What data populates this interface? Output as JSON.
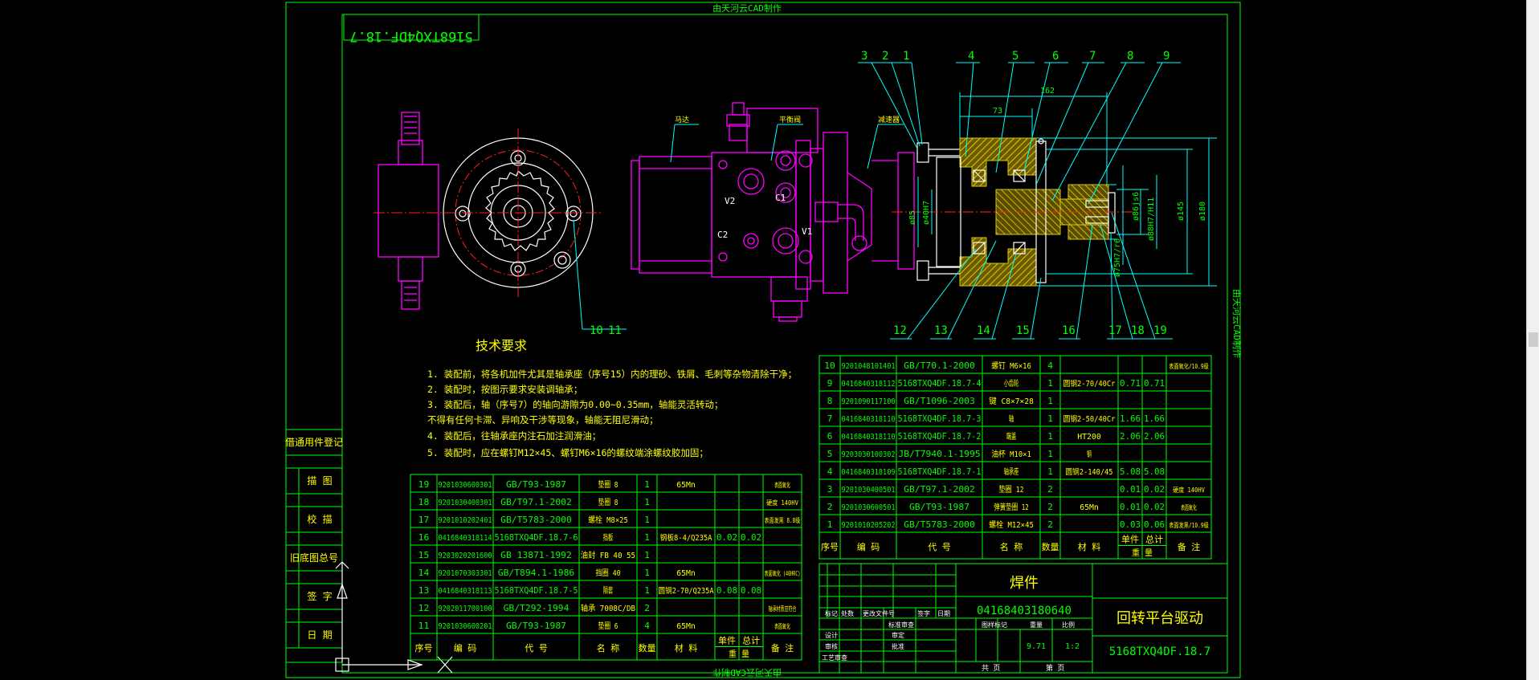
{
  "title_top": "由天河云CAD制作",
  "title_bottom": "由天河云CAD制作",
  "title_side": "由天河云CAD制作",
  "drawing_code_corner": "5168TXQ4DF.18.7",
  "dims": {
    "d162": "162",
    "d73": "73",
    "phi180": "ø180",
    "phi145": "ø145",
    "phi88": "ø88H7/H11",
    "phi75": "ø75H7/r6",
    "phi86": "ø86js6",
    "phi85": "ø85",
    "phi40": "ø40H7"
  },
  "labels": {
    "motor": "马达",
    "valve": "平衡阀",
    "reducer": "减速器",
    "v1": "V1",
    "v2": "V2",
    "c1": "C1",
    "c2": "C2"
  },
  "callouts_top": [
    "3",
    "2",
    "1",
    "4",
    "5",
    "6",
    "7",
    "8",
    "9"
  ],
  "callouts_bottom": [
    "12",
    "13",
    "14",
    "15",
    "16",
    "17",
    "18",
    "19"
  ],
  "callouts_left": [
    "10",
    "11"
  ],
  "tech_req": {
    "heading": "技术要求",
    "lines": [
      "1. 装配前，将各机加件尤其是轴承座（序号15）内的理砂、铁屑、毛刺等杂物清除干净；",
      "2. 装配时，按图示要求安装调轴承；",
      "3. 装配后，轴（序号7）的轴向游隙为0.00~0.35mm，轴能灵活转动；",
      "   不得有任何卡滞、异响及干涉等现象，轴能无阻尼滑动；",
      "4. 装配后，往轴承座内注石加注润滑油；",
      "5. 装配时，应在螺钉M12×45、螺钉M6×16的螺纹端涂螺纹胶加固；"
    ]
  },
  "left_column": [
    "借通用件登记",
    "描  图",
    "校  描",
    "旧底图总号",
    "签  字",
    "日  期"
  ],
  "bom_right": {
    "rows": [
      [
        "10",
        "9201048101401",
        "GB/T70.1-2000",
        "螺钉 M6×16",
        "4",
        "",
        "",
        "",
        "表面氧化/10.9级"
      ],
      [
        "9",
        "0416840318112",
        "5168TXQ4DF.18.7-4",
        "小齿轮",
        "1",
        "圆钢2-70/40Cr",
        "0.71",
        "0.71",
        ""
      ],
      [
        "8",
        "9201090117100",
        "GB/T1096-2003",
        "键 C8×7×28",
        "1",
        "",
        "",
        "",
        ""
      ],
      [
        "7",
        "0416840318110",
        "5168TXQ4DF.18.7-3",
        "轴",
        "1",
        "圆钢2-50/40Cr",
        "1.66",
        "1.66",
        ""
      ],
      [
        "6",
        "0416840318110",
        "5168TXQ4DF.18.7-2",
        "端盖",
        "1",
        "HT200",
        "2.06",
        "2.06",
        ""
      ],
      [
        "5",
        "9203030100302",
        "JB/T7940.1-1995",
        "油杯 M10×1",
        "1",
        "钢",
        "",
        "",
        ""
      ],
      [
        "4",
        "0416840318109",
        "5168TXQ4DF.18.7-1",
        "轴承座",
        "1",
        "圆钢2-140/45",
        "5.08",
        "5.08",
        ""
      ],
      [
        "3",
        "9201030400501",
        "GB/T97.1-2002",
        "垫圈 12",
        "2",
        "",
        "0.01",
        "0.02",
        "硬度 140HV"
      ],
      [
        "2",
        "9201030600501",
        "GB/T93-1987",
        "弹簧垫圈 12",
        "2",
        "65Mn",
        "0.01",
        "0.02",
        "表面氧化"
      ],
      [
        "1",
        "9201010205202",
        "GB/T5783-2000",
        "螺栓 M12×45",
        "2",
        "",
        "0.03",
        "0.06",
        "表面发黑/10.9级"
      ]
    ],
    "header": [
      "序号",
      "编   码",
      "代   号",
      "名   称",
      "数量",
      "材   料",
      "单件",
      "总计",
      "备   注"
    ],
    "header_sub": "重   量"
  },
  "bom_left": {
    "rows": [
      [
        "19",
        "9201030600301",
        "GB/T93-1987",
        "垫圈 8",
        "1",
        "65Mn",
        "",
        "",
        "表面氧化"
      ],
      [
        "18",
        "9201030400301",
        "GB/T97.1-2002",
        "垫圈 8",
        "1",
        "",
        "",
        "",
        "硬度 140HV"
      ],
      [
        "17",
        "9201010202401",
        "GB/T5783-2000",
        "螺栓 M8×25",
        "1",
        "",
        "",
        "",
        "表面发黑 8.8级"
      ],
      [
        "16",
        "0416840318114",
        "5168TXQ4DF.18.7-6",
        "挡板",
        "1",
        "钢板8-4/Q235A",
        "0.02",
        "0.02",
        ""
      ],
      [
        "15",
        "9203020201600",
        "GB 13871-1992",
        "油封 FB 40 55",
        "1",
        "",
        "",
        "",
        ""
      ],
      [
        "14",
        "9201070303301",
        "GB/T894.1-1986",
        "挡圈 40",
        "1",
        "65Mn",
        "",
        "",
        "表面氧化 (40HRC)"
      ],
      [
        "13",
        "0416840318113",
        "5168TXQ4DF.18.7-5",
        "隔套",
        "1",
        "圆钢2-70/Q235A",
        "0.08",
        "0.08",
        ""
      ],
      [
        "12",
        "9202011700100",
        "GB/T292-1994",
        "轴承 7008C/DB",
        "2",
        "",
        "",
        "",
        "轴承材质应符合"
      ],
      [
        "11",
        "9201030600201",
        "GB/T93-1987",
        "垫圈 6",
        "4",
        "65Mn",
        "",
        "",
        "表面氧化"
      ]
    ],
    "header": [
      "序号",
      "编   码",
      "代   号",
      "名   称",
      "数量",
      "材   料",
      "单件",
      "总计",
      "备   注"
    ],
    "header_sub": "重   量"
  },
  "title_block": {
    "weld": "焊件",
    "code": "04168403180640",
    "name": "回转平台驱动",
    "drawing_no": "5168TXQ4DF.18.7",
    "weight": "9.71",
    "scale": "1:2",
    "stage_label": "图样标记",
    "weight_label": "重量",
    "scale_label": "比例",
    "sheet_total": "共  页",
    "sheet_no": "第  页",
    "sign_labels": [
      "标记",
      "处数",
      "更改文件号",
      "签字",
      "日期"
    ],
    "role_labels": [
      "设计",
      "审核",
      "工艺审查"
    ],
    "role_labels2": [
      "标准审查",
      "审定",
      "批准"
    ]
  }
}
